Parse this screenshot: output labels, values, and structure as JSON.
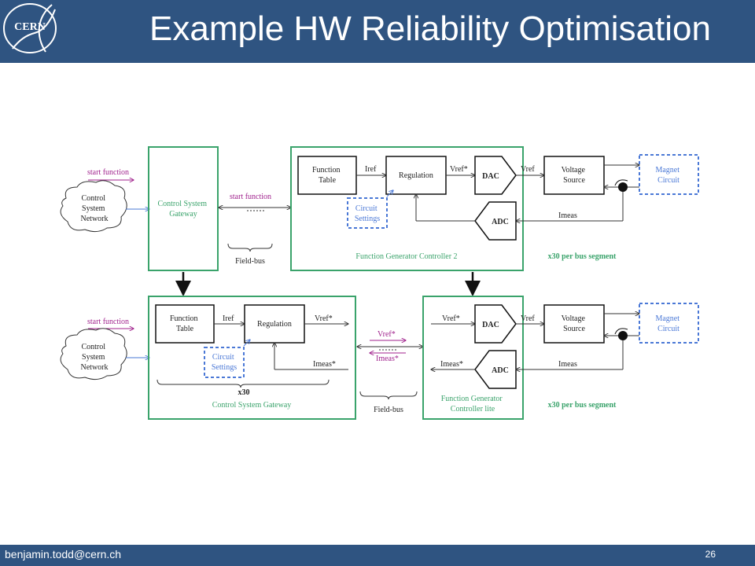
{
  "slide": {
    "title": "Example HW Reliability Optimisation",
    "logo_text": "CERN",
    "footer_email": "benjamin.todd@cern.ch",
    "page_number": "26"
  },
  "colors": {
    "header_bg": "#2f5481",
    "green": "#3aa36b",
    "purple": "#a0228d",
    "blue": "#4a78d6"
  },
  "top": {
    "start_function_left": "start function",
    "network": [
      "Control",
      "System",
      "Network"
    ],
    "gateway": [
      "Control System",
      "Gateway"
    ],
    "start_function_bus": "start function",
    "fieldbus": "Field-bus",
    "function_table": [
      "Function",
      "Table"
    ],
    "iref": "Iref",
    "regulation": "Regulation",
    "vref_star": "Vref*",
    "dac": "DAC",
    "vref": "Vref",
    "voltage_source": [
      "Voltage",
      "Source"
    ],
    "magnet_circuit": [
      "Magnet",
      "Circuit"
    ],
    "circuit_settings": [
      "Circuit",
      "Settings"
    ],
    "adc": "ADC",
    "imeas": "Imeas",
    "fgc_label": "Function Generator Controller 2",
    "x30": "x30 per bus segment"
  },
  "bottom": {
    "start_function_left": "start function",
    "network": [
      "Control",
      "System",
      "Network"
    ],
    "function_table": [
      "Function",
      "Table"
    ],
    "iref": "Iref",
    "regulation": "Regulation",
    "vref_star": "Vref*",
    "imeas_star": "Imeas*",
    "circuit_settings": [
      "Circuit",
      "Settings"
    ],
    "x30_group": "x30",
    "gateway_label": "Control System Gateway",
    "bus_vref": "Vref*",
    "bus_imeas": "Imeas*",
    "fieldbus": "Field-bus",
    "fgc_vref_star": "Vref*",
    "fgc_imeas_star": "Imeas*",
    "dac": "DAC",
    "adc": "ADC",
    "vref": "Vref",
    "imeas": "Imeas",
    "voltage_source": [
      "Voltage",
      "Source"
    ],
    "magnet_circuit": [
      "Magnet",
      "Circuit"
    ],
    "fgc_label": [
      "Function Generator",
      "Controller lite"
    ],
    "x30": "x30 per bus segment"
  }
}
